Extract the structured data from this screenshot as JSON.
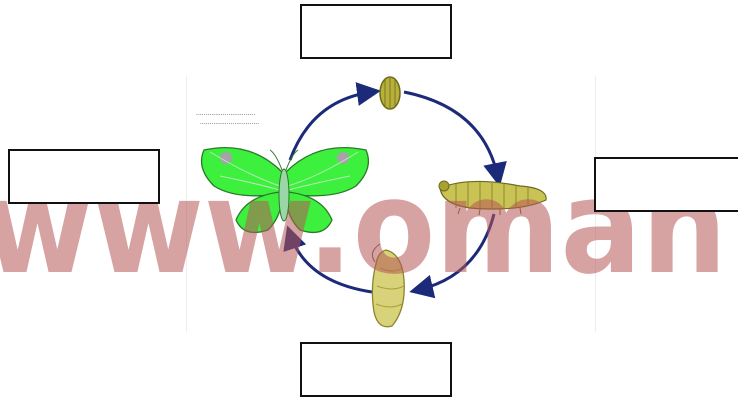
{
  "watermark": {
    "text": "www.oman"
  },
  "caption": {
    "line1": "...............................",
    "line2": "...............................",
    "rendering": "faint scribbled caption (illegible)"
  },
  "stages": [
    {
      "name": "egg",
      "icon": "egg-icon"
    },
    {
      "name": "larva",
      "icon": "caterpillar-icon"
    },
    {
      "name": "pupa",
      "icon": "chrysalis-icon"
    },
    {
      "name": "adult",
      "icon": "butterfly-icon"
    }
  ],
  "answer_boxes": [
    {
      "position": "top",
      "value": ""
    },
    {
      "position": "right",
      "value": ""
    },
    {
      "position": "bottom",
      "value": ""
    },
    {
      "position": "left",
      "value": ""
    }
  ],
  "colors": {
    "arrow": "#1c2a7a",
    "butterfly_wing": "#3ef03e",
    "stage_body": "#c9c355",
    "watermark": "#b55556"
  }
}
